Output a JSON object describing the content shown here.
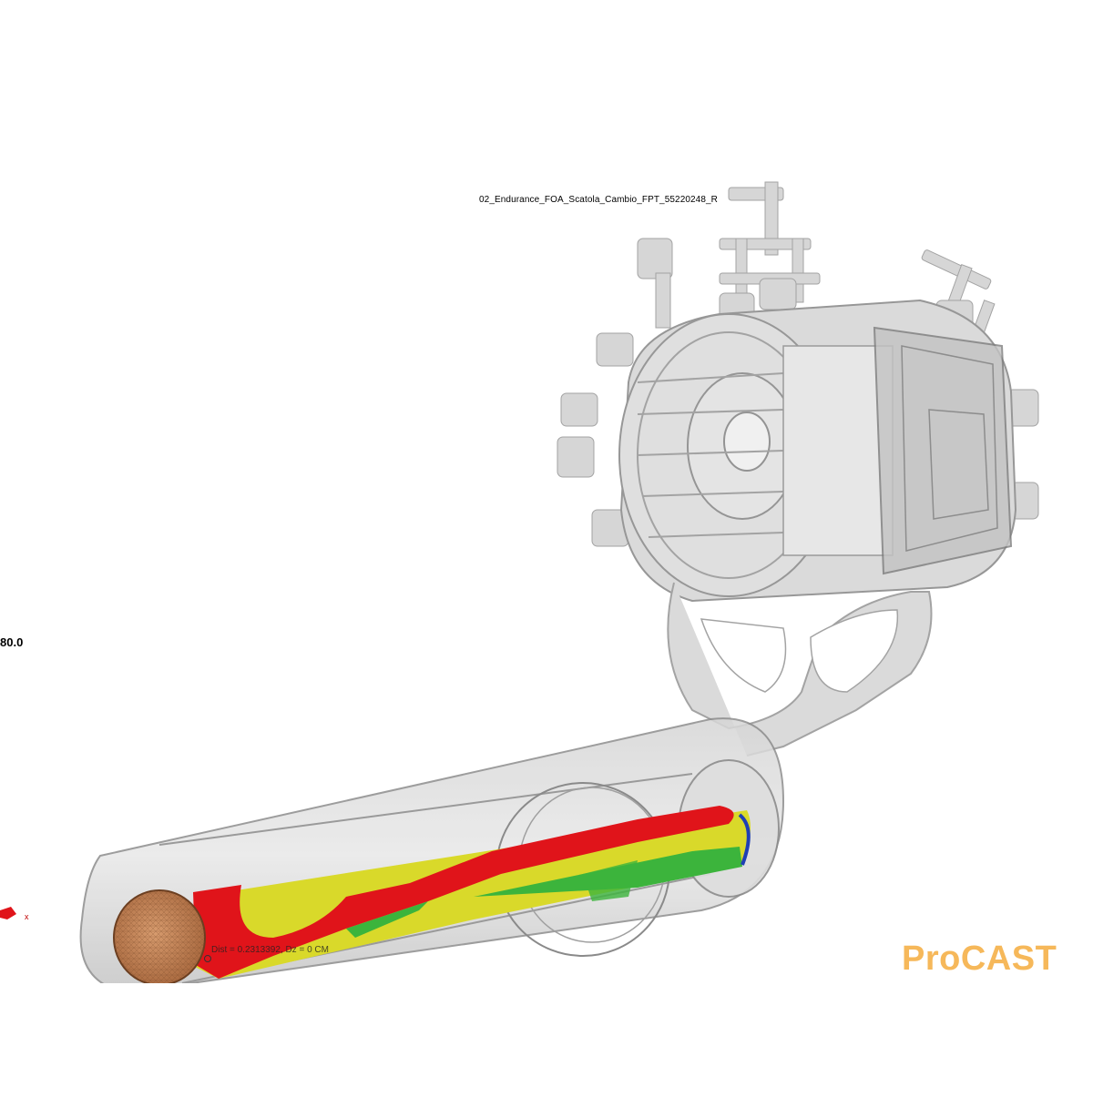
{
  "viewer": {
    "model_title": "02_Endurance_FOA_Scatola_Cambio_FPT_55220248_R",
    "legend_value": "80.0",
    "axis_label": "x",
    "readout": "Dist = 0.2313392,  Dz = 0  CM",
    "brand": "ProCAST"
  },
  "colors": {
    "background": "#ffffff",
    "casting_gray": "#c8c8c8",
    "melt_red": "#e0141a",
    "melt_yellow": "#d9d92a",
    "melt_green": "#3cb43c",
    "plunger_copper": "#c98a5c",
    "brand_orange": "#f6b85a"
  }
}
